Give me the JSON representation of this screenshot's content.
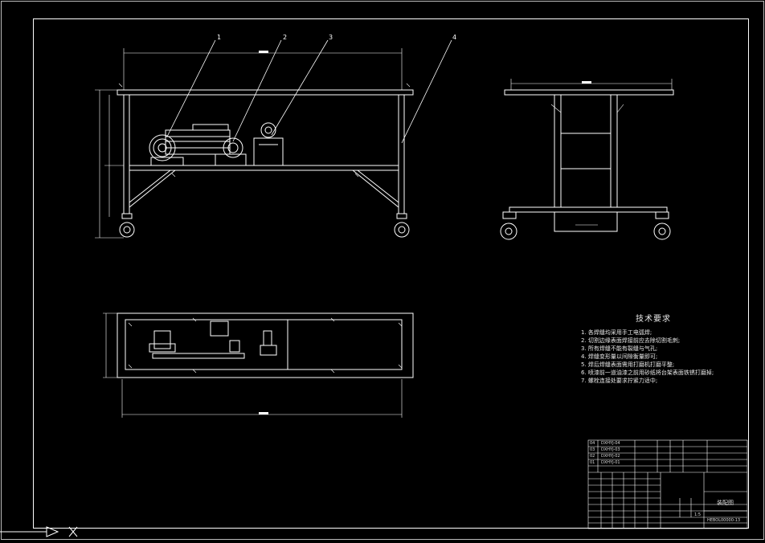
{
  "callouts": [
    "1",
    "2",
    "3",
    "4"
  ],
  "tech_requirements": {
    "title": "技术要求",
    "items": [
      "1. 各焊缝均采用手工电弧焊;",
      "2. 切割边缘表面焊接前应去除切割毛刺;",
      "3. 所有焊缝不能有裂缝与气孔;",
      "4. 焊缝变形量以间隙衡量即可;",
      "5. 焊后焊缝表面需用打磨机打磨平整;",
      "6. 喷漆前一道油漆之前用砂纸将台架表面铁锈打磨掉;",
      "7. 螺栓连接处要求拧紧力适中;"
    ]
  },
  "parts_list": [
    {
      "no": "04",
      "code": "DXHYJ-04"
    },
    {
      "no": "03",
      "code": "DXHYJ-03"
    },
    {
      "no": "02",
      "code": "DXHYJ-02"
    },
    {
      "no": "01",
      "code": "DXHYJ-01"
    }
  ],
  "title_block": {
    "drawing_name": "装配图",
    "scale": "1:5",
    "drawing_no": "HEBOL00000-13"
  }
}
